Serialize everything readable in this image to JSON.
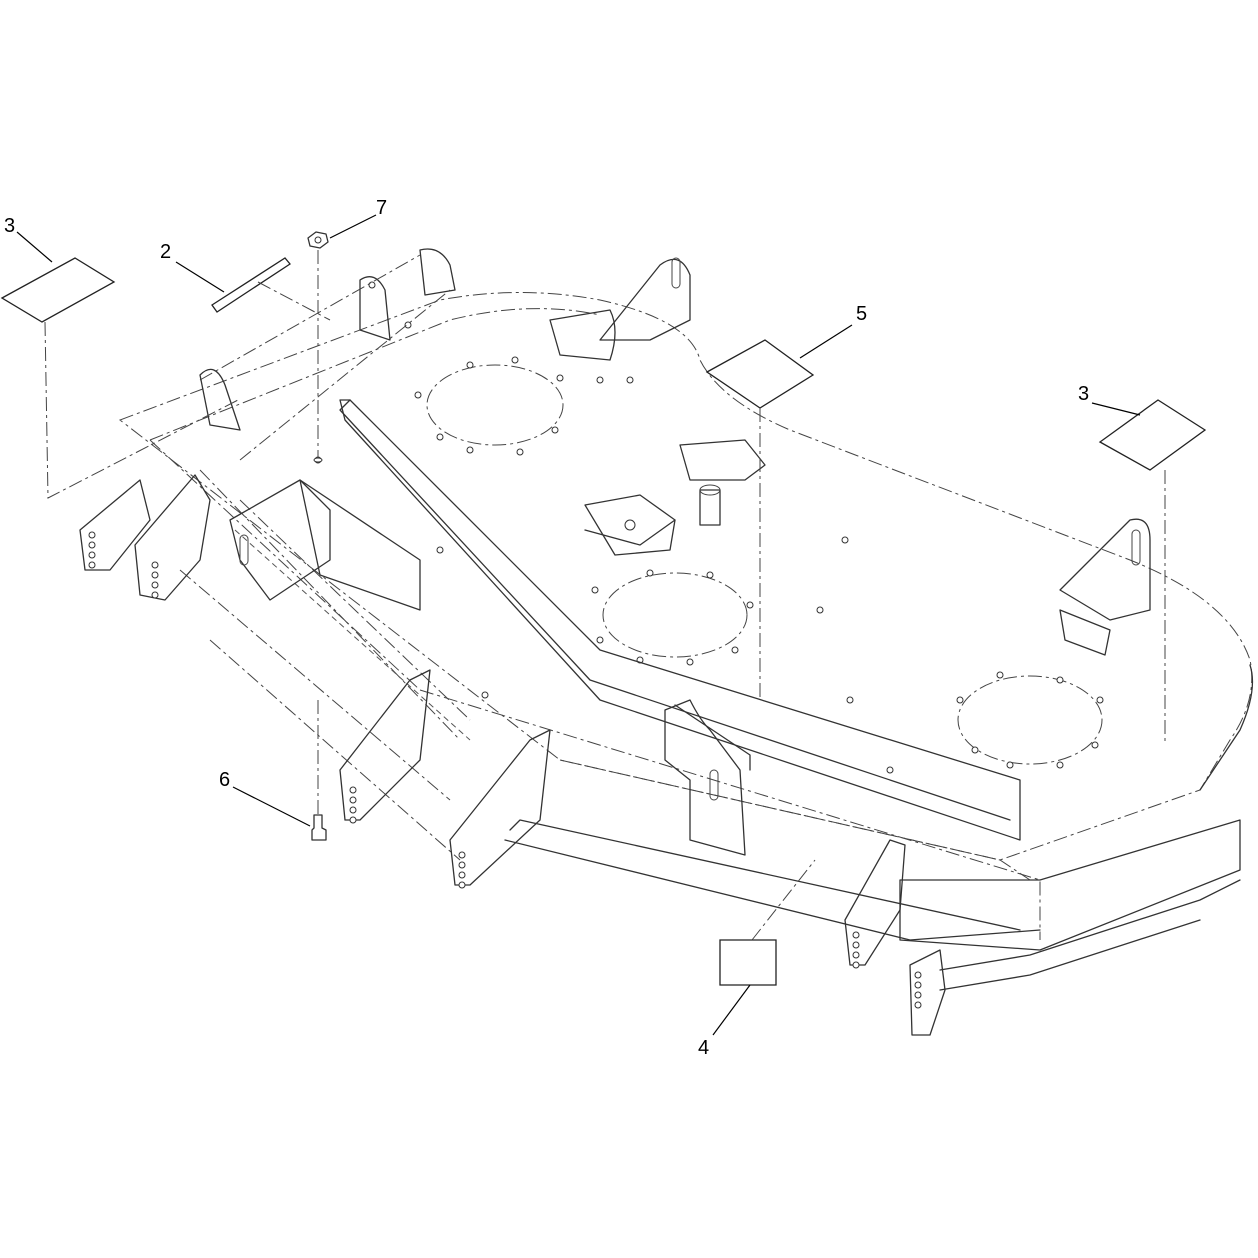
{
  "callouts": [
    {
      "id": "callout-3-left",
      "text": "3"
    },
    {
      "id": "callout-2",
      "text": "2"
    },
    {
      "id": "callout-7",
      "text": "7"
    },
    {
      "id": "callout-5",
      "text": "5"
    },
    {
      "id": "callout-3-right",
      "text": "3"
    },
    {
      "id": "callout-6",
      "text": "6"
    },
    {
      "id": "callout-4",
      "text": "4"
    }
  ]
}
